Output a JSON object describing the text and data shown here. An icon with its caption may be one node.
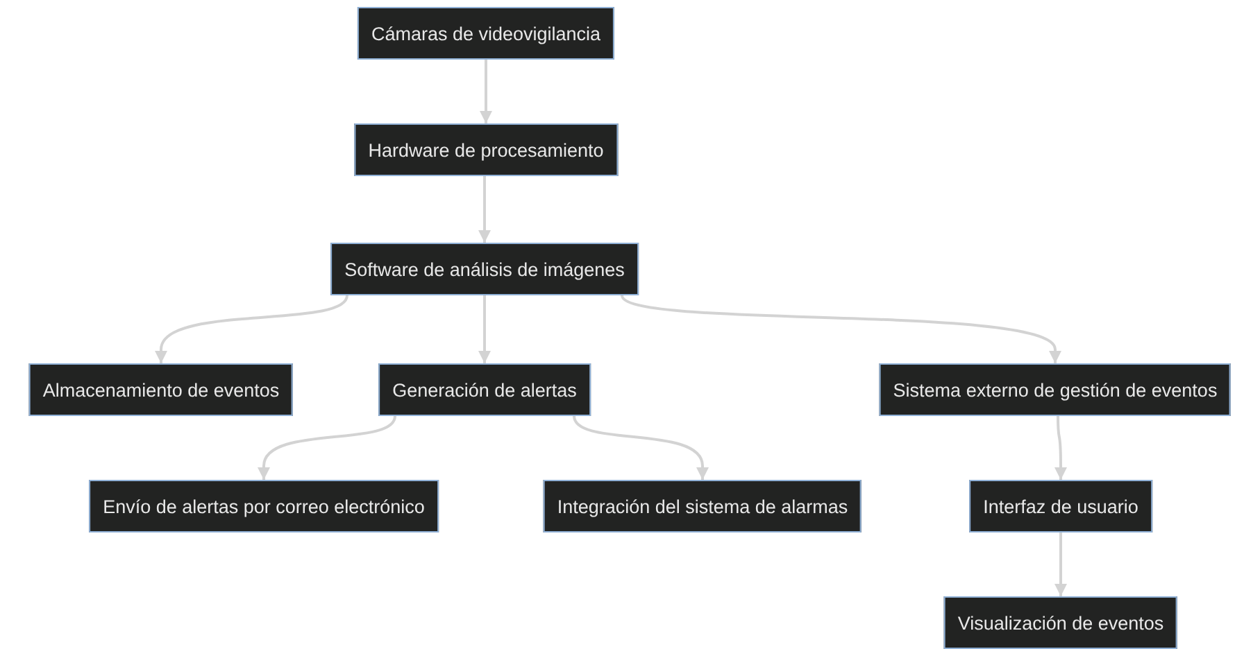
{
  "diagram": {
    "nodes": [
      {
        "text": [
          "Cámaras de videovigilancia"
        ]
      },
      {
        "text": [
          "Hardware de procesamiento"
        ]
      },
      {
        "text": [
          "Software de análisis de imágenes"
        ]
      },
      {
        "text": [
          "Almacenamiento de eventos"
        ]
      },
      {
        "text": [
          "Generación de alertas"
        ]
      },
      {
        "text": [
          "Sistema externo de gestión de eventos"
        ]
      },
      {
        "text": [
          "Envío de alertas por correo electrónico"
        ]
      },
      {
        "text": [
          "Integración del sistema de alarmas"
        ]
      },
      {
        "text": [
          "Interfaz de usuario"
        ]
      },
      {
        "text": [
          "Visualización de eventos"
        ]
      }
    ],
    "edges": [
      {
        "from": 0,
        "to": 1,
        "arrow": "to"
      },
      {
        "from": 1,
        "to": 2,
        "arrow": "to"
      },
      {
        "from": 2,
        "to": 3,
        "arrow": "to"
      },
      {
        "from": 2,
        "to": 4,
        "arrow": "to"
      },
      {
        "from": 2,
        "to": 5,
        "arrow": "to"
      },
      {
        "from": 4,
        "to": 6,
        "arrow": "to"
      },
      {
        "from": 4,
        "to": 7,
        "arrow": "to"
      },
      {
        "from": 5,
        "to": 8,
        "arrow": "to"
      },
      {
        "from": 8,
        "to": 9,
        "arrow": "to"
      }
    ]
  }
}
